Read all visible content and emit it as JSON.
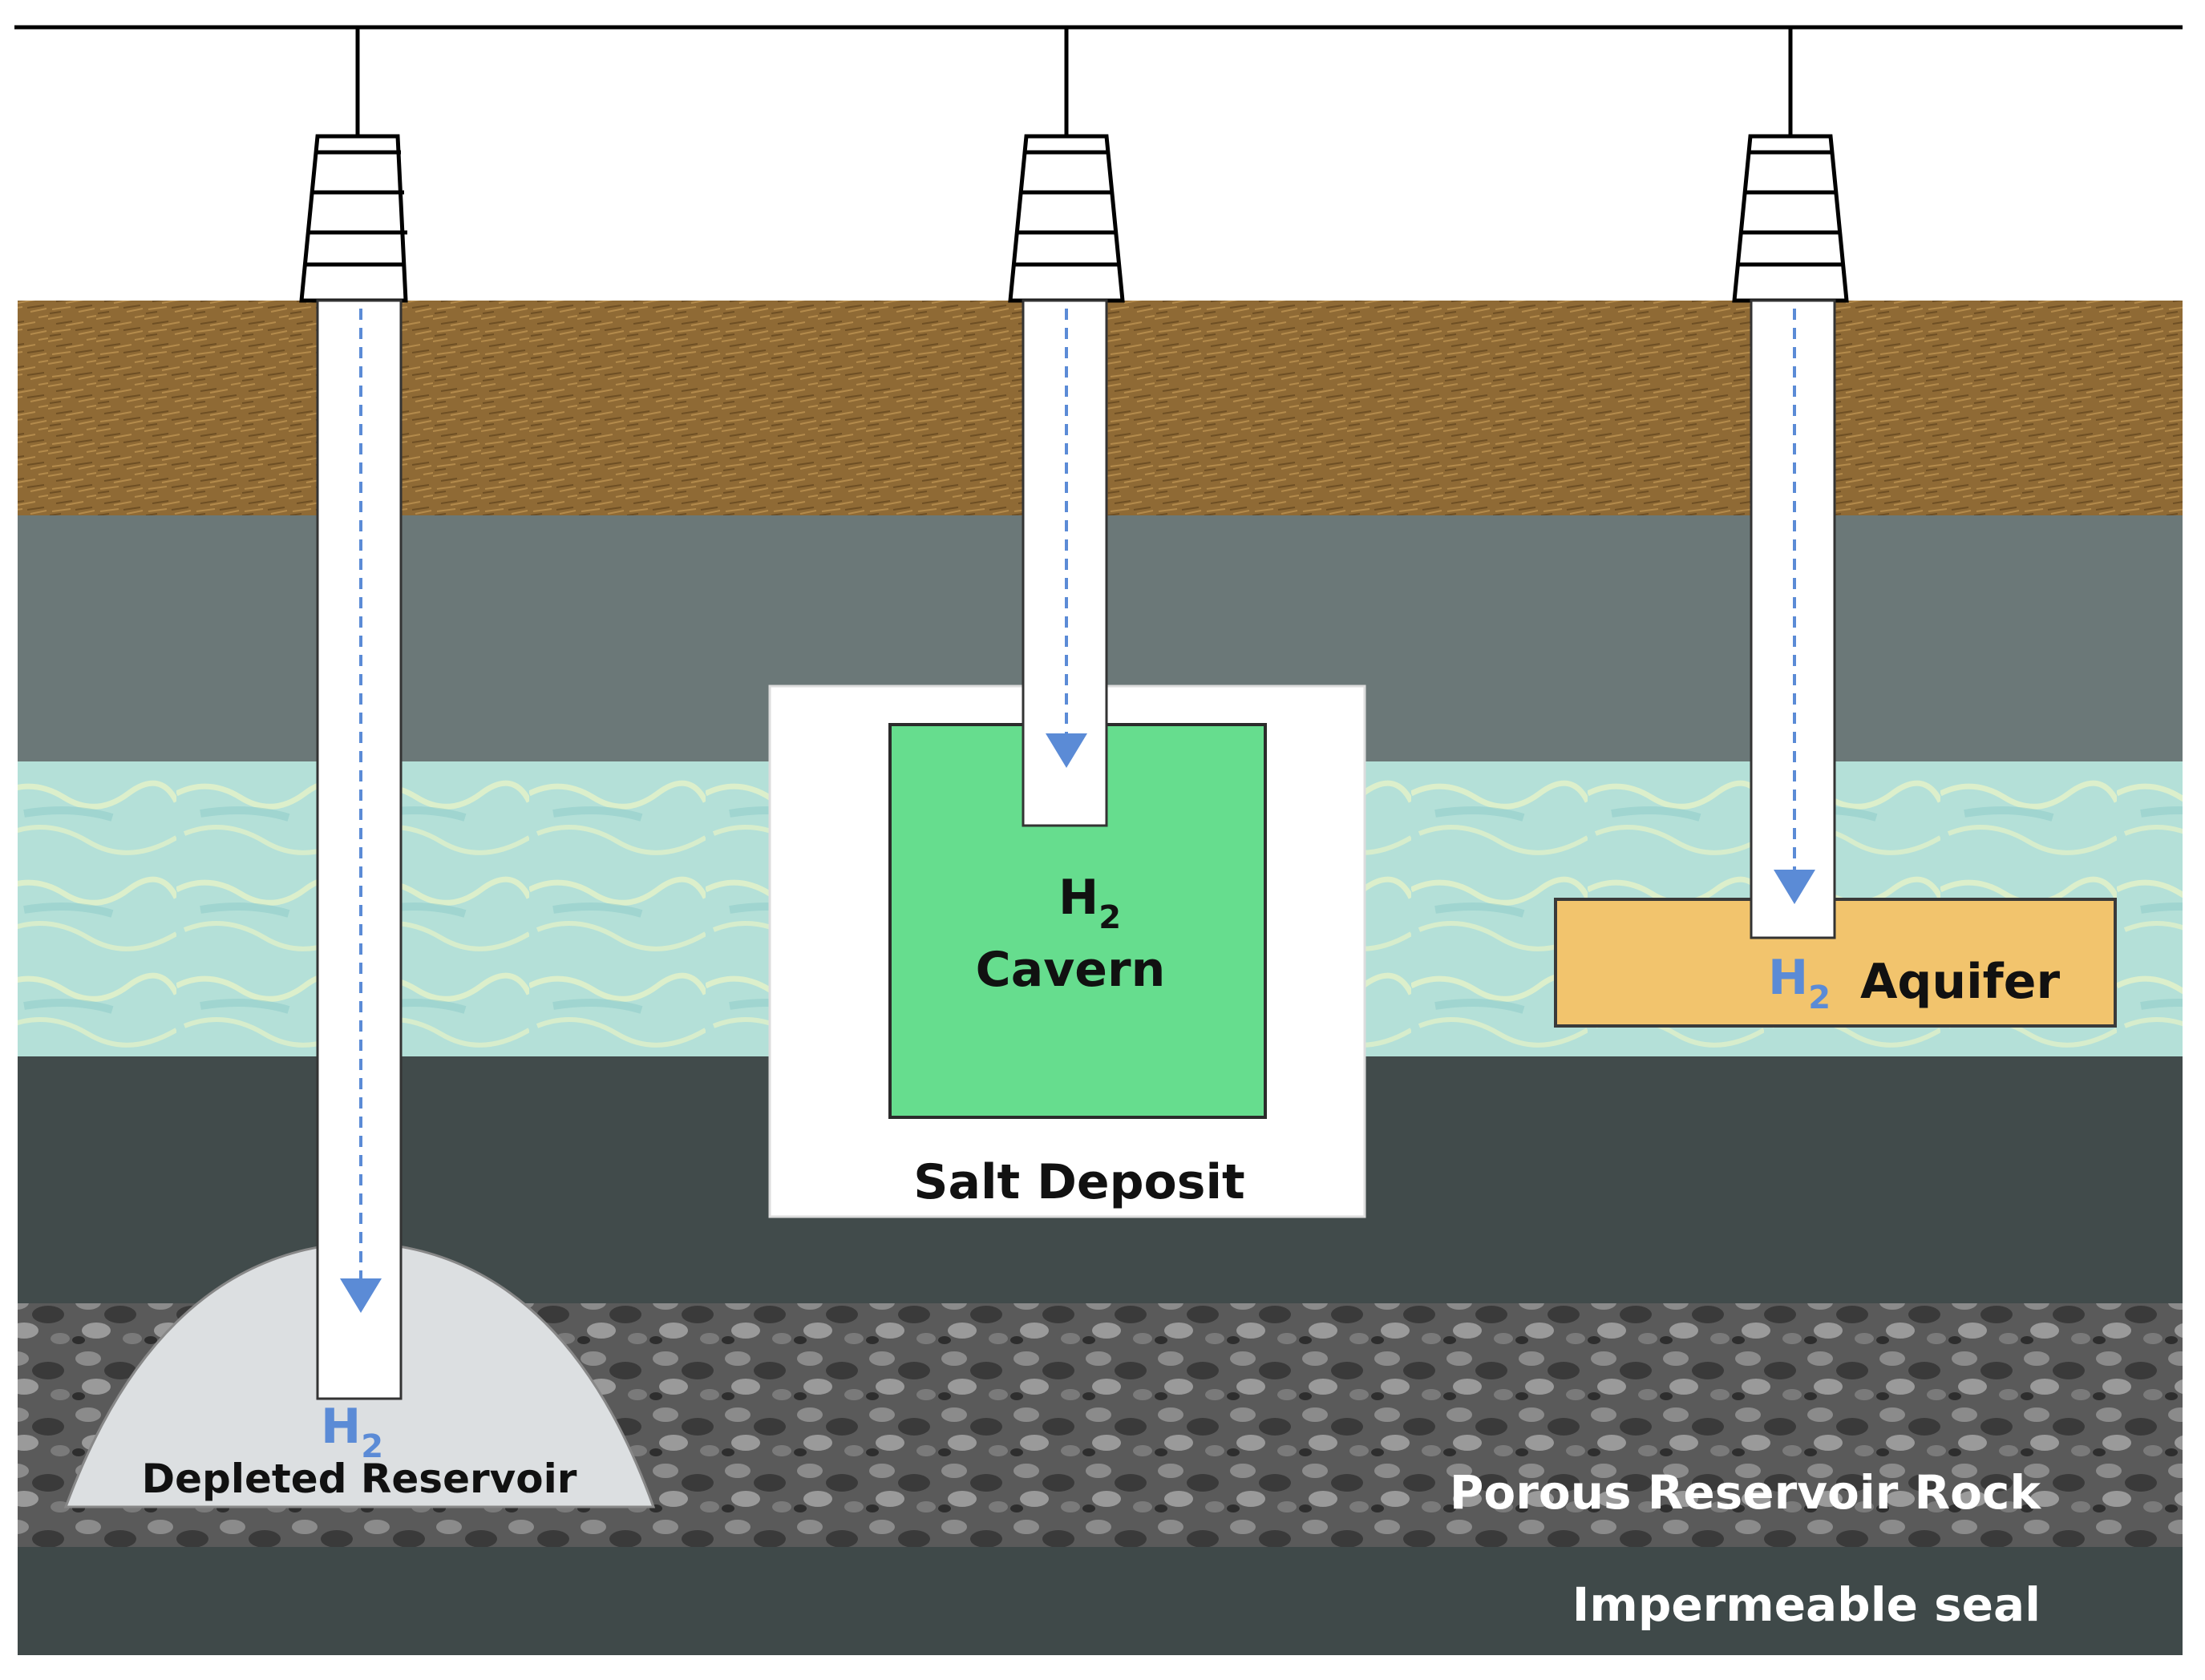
{
  "labels": {
    "cavern_h2": "H",
    "cavern_h2_sub": "2",
    "cavern": "Cavern",
    "aquifer_h2": "H",
    "aquifer_h2_sub": "2",
    "aquifer": "Aquifer",
    "reservoir_h2": "H",
    "reservoir_h2_sub": "2",
    "depleted_reservoir": "Depleted Reservoir",
    "salt_deposit": "Salt Deposit",
    "porous_rock": "Porous Reservoir Rock",
    "impermeable_seal": "Impermeable seal"
  },
  "colors": {
    "topsoil": "#8f6a35",
    "caprock": "#6b7878",
    "water": "#b4e0d8",
    "shale": "#414b4b",
    "porous_rock": "#5a5a5a",
    "seal": "#3f4949",
    "cavern": "#66dd8e",
    "aquifer": "#f2c46d",
    "reservoir_dome": "#dcdfe1",
    "flow_arrow": "#5b8bd6",
    "h2_text": "#5b8bd6"
  },
  "icons": [
    "wellhead-icon",
    "flow-arrow-icon"
  ]
}
